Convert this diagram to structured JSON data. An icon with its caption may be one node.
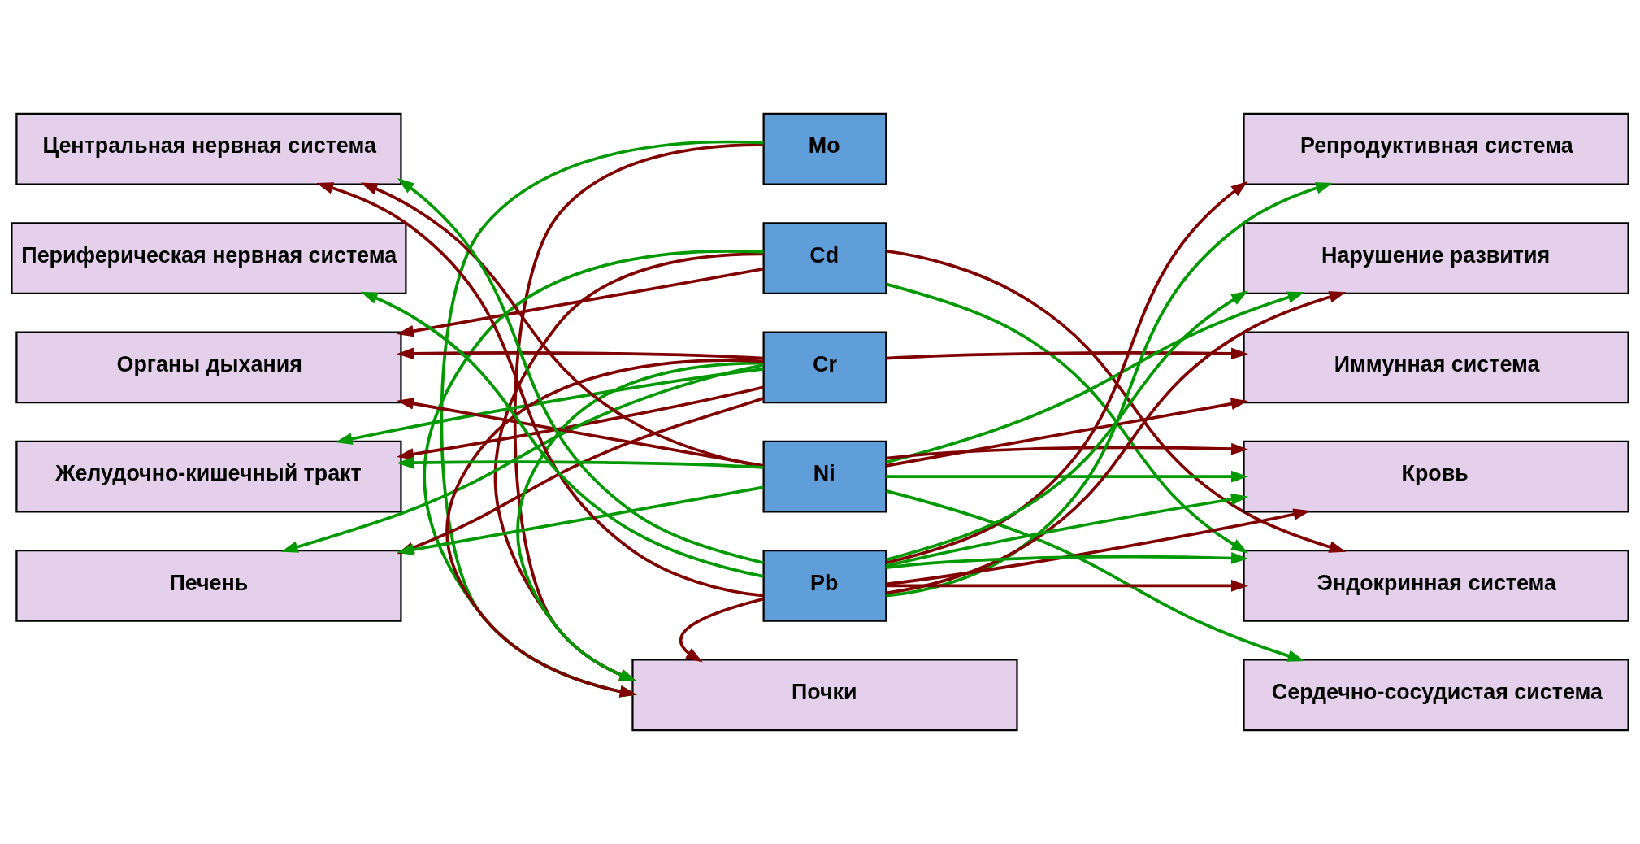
{
  "diagram": {
    "nodes": [
      {
        "text": [
          "Центральная нервная система"
        ]
      },
      {
        "text": [
          "Периферическая нервная система"
        ]
      },
      {
        "text": [
          "Органы дыхания"
        ]
      },
      {
        "text": [
          "Желудочно-кишечный тракт"
        ]
      },
      {
        "text": [
          "Печень"
        ]
      },
      {
        "text": [
          "Mo"
        ]
      },
      {
        "text": [
          "Cd"
        ]
      },
      {
        "text": [
          "Cr"
        ]
      },
      {
        "text": [
          "Ni"
        ]
      },
      {
        "text": [
          "Pb"
        ]
      },
      {
        "text": [
          "Репродуктивная система"
        ]
      },
      {
        "text": [
          "Нарушение развития"
        ]
      },
      {
        "text": [
          "Иммунная система"
        ]
      },
      {
        "text": [
          "Кровь"
        ]
      },
      {
        "text": [
          "Эндокринная система"
        ]
      },
      {
        "text": [
          "Почки"
        ]
      },
      {
        "text": [
          "Сердечно-сосудистая система"
        ]
      }
    ],
    "edges": [
      {
        "from": 5,
        "to": 15,
        "arrow": "to"
      },
      {
        "from": 5,
        "to": 15,
        "arrow": "to",
        "color": "#009900"
      },
      {
        "from": 6,
        "to": 15,
        "arrow": "to"
      },
      {
        "from": 6,
        "to": 2,
        "arrow": "to"
      },
      {
        "from": 6,
        "to": 15,
        "arrow": "to",
        "color": "#009900"
      },
      {
        "from": 6,
        "to": 14,
        "arrow": "to",
        "color": "#009900"
      },
      {
        "from": 6,
        "to": 14,
        "arrow": "to"
      },
      {
        "from": 7,
        "to": 2,
        "arrow": "to"
      },
      {
        "from": 7,
        "to": 3,
        "arrow": "to"
      },
      {
        "from": 7,
        "to": 4,
        "arrow": "to"
      },
      {
        "from": 7,
        "to": 4,
        "arrow": "to",
        "color": "#009900"
      },
      {
        "from": 7,
        "to": 3,
        "arrow": "to",
        "color": "#009900"
      },
      {
        "from": 7,
        "to": 15,
        "arrow": "to",
        "color": "#009900"
      },
      {
        "from": 7,
        "to": 15,
        "arrow": "to"
      },
      {
        "from": 7,
        "to": 12,
        "arrow": "to"
      },
      {
        "from": 8,
        "to": 0,
        "arrow": "to"
      },
      {
        "from": 8,
        "to": 2,
        "arrow": "to"
      },
      {
        "from": 8,
        "to": 3,
        "arrow": "to",
        "color": "#009900"
      },
      {
        "from": 8,
        "to": 4,
        "arrow": "to",
        "color": "#009900"
      },
      {
        "from": 8,
        "to": 12,
        "arrow": "to"
      },
      {
        "from": 8,
        "to": 11,
        "arrow": "to",
        "color": "#009900"
      },
      {
        "from": 8,
        "to": 13,
        "arrow": "to",
        "color": "#009900"
      },
      {
        "from": 8,
        "to": 13,
        "arrow": "to"
      },
      {
        "from": 8,
        "to": 16,
        "arrow": "to",
        "color": "#009900"
      },
      {
        "from": 9,
        "to": 0,
        "arrow": "to"
      },
      {
        "from": 9,
        "to": 0,
        "arrow": "to",
        "color": "#009900"
      },
      {
        "from": 9,
        "to": 1,
        "arrow": "to",
        "color": "#009900"
      },
      {
        "from": 9,
        "to": 10,
        "arrow": "to",
        "color": "#009900"
      },
      {
        "from": 9,
        "to": 10,
        "arrow": "to"
      },
      {
        "from": 9,
        "to": 11,
        "arrow": "to"
      },
      {
        "from": 9,
        "to": 11,
        "arrow": "to",
        "color": "#009900"
      },
      {
        "from": 9,
        "to": 13,
        "arrow": "to"
      },
      {
        "from": 9,
        "to": 13,
        "arrow": "to",
        "color": "#009900"
      },
      {
        "from": 9,
        "to": 14,
        "arrow": "to"
      },
      {
        "from": 9,
        "to": 14,
        "arrow": "to",
        "color": "#009900"
      },
      {
        "from": 9,
        "to": 15,
        "arrow": "to"
      }
    ]
  }
}
